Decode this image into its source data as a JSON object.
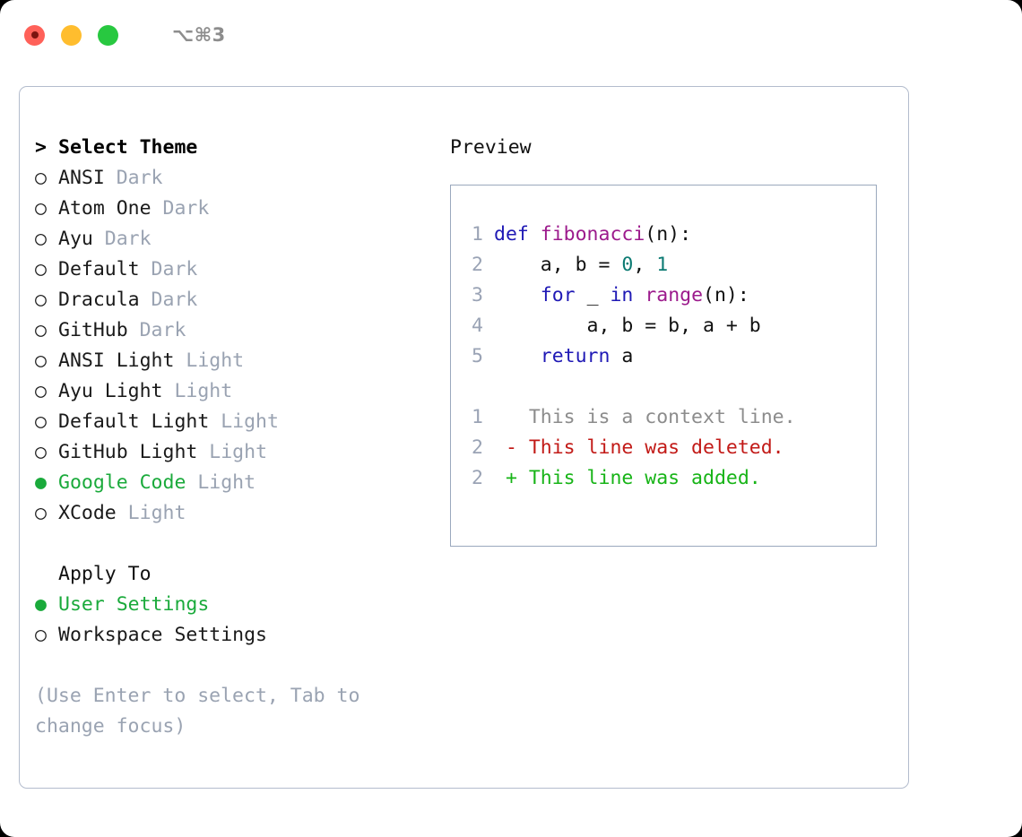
{
  "titlebar": {
    "shortcut": "⌥⌘3",
    "lights": [
      {
        "name": "close",
        "color": "#ff6159"
      },
      {
        "name": "minimize",
        "color": "#ffbd2e"
      },
      {
        "name": "zoom",
        "color": "#28c840"
      }
    ]
  },
  "theme_list": {
    "header": "Select Theme",
    "caret": ">",
    "bullet_empty": "○",
    "bullet_filled": "●",
    "items": [
      {
        "name": "ANSI",
        "suffix": "Dark",
        "selected": false
      },
      {
        "name": "Atom One",
        "suffix": "Dark",
        "selected": false
      },
      {
        "name": "Ayu",
        "suffix": "Dark",
        "selected": false
      },
      {
        "name": "Default",
        "suffix": "Dark",
        "selected": false
      },
      {
        "name": "Dracula",
        "suffix": "Dark",
        "selected": false
      },
      {
        "name": "GitHub",
        "suffix": "Dark",
        "selected": false
      },
      {
        "name": "ANSI Light",
        "suffix": "Light",
        "selected": false
      },
      {
        "name": "Ayu Light",
        "suffix": "Light",
        "selected": false
      },
      {
        "name": "Default Light",
        "suffix": "Light",
        "selected": false
      },
      {
        "name": "GitHub Light",
        "suffix": "Light",
        "selected": false
      },
      {
        "name": "Google Code",
        "suffix": "Light",
        "selected": true
      },
      {
        "name": "XCode",
        "suffix": "Light",
        "selected": false
      }
    ]
  },
  "apply_to": {
    "title": "Apply To",
    "items": [
      {
        "name": "User Settings",
        "selected": true
      },
      {
        "name": "Workspace Settings",
        "selected": false
      }
    ]
  },
  "hint": "(Use Enter to select, Tab to change focus)",
  "preview": {
    "title": "Preview",
    "code_lines": [
      {
        "num": "1",
        "tokens": [
          {
            "t": "def ",
            "c": "kw"
          },
          {
            "t": "fibonacci",
            "c": "fn"
          },
          {
            "t": "(n):",
            "c": "pl"
          }
        ]
      },
      {
        "num": "2",
        "tokens": [
          {
            "t": "    a, b = ",
            "c": "pl"
          },
          {
            "t": "0",
            "c": "num"
          },
          {
            "t": ", ",
            "c": "pl"
          },
          {
            "t": "1",
            "c": "num"
          }
        ]
      },
      {
        "num": "3",
        "tokens": [
          {
            "t": "    ",
            "c": "pl"
          },
          {
            "t": "for",
            "c": "kw"
          },
          {
            "t": " _ ",
            "c": "pl"
          },
          {
            "t": "in",
            "c": "kw"
          },
          {
            "t": " ",
            "c": "pl"
          },
          {
            "t": "range",
            "c": "fn"
          },
          {
            "t": "(n):",
            "c": "pl"
          }
        ]
      },
      {
        "num": "4",
        "tokens": [
          {
            "t": "        a, b = b, a + b",
            "c": "pl"
          }
        ]
      },
      {
        "num": "5",
        "tokens": [
          {
            "t": "    ",
            "c": "pl"
          },
          {
            "t": "return",
            "c": "kw"
          },
          {
            "t": " a",
            "c": "pl"
          }
        ]
      }
    ],
    "diff_lines": [
      {
        "num": "1",
        "marker": " ",
        "text": "This is a context line.",
        "kind": "ctx"
      },
      {
        "num": "2",
        "marker": "-",
        "text": "This line was deleted.",
        "kind": "del"
      },
      {
        "num": "2",
        "marker": "+",
        "text": "This line was added.",
        "kind": "add"
      }
    ]
  },
  "colors": {
    "accent_green": "#1aaa3b",
    "muted": "#9aa3b2",
    "keyword": "#1f19b5",
    "function": "#9c1a8c",
    "number": "#0b7a72",
    "diff_add": "#17b417",
    "diff_del": "#c21a17",
    "border": "#9aa8bd"
  }
}
